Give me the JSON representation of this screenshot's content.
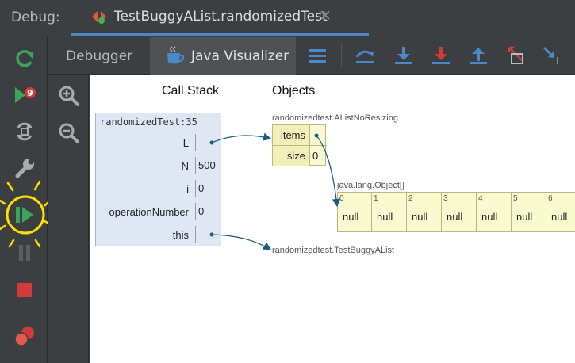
{
  "titlebar": {
    "label": "Debug:",
    "tab_title": "TestBuggyAList.randomizedTest",
    "close_glyph": "✕"
  },
  "left_toolbar": [
    "rerun-icon",
    "resume-stop-icon",
    "restore-layout-icon",
    "settings-wrench-icon",
    "resume-program-icon",
    "pause-icon",
    "stop-icon",
    "view-breakpoints-icon"
  ],
  "colors": {
    "accent": "#4a88c7",
    "run_green": "#3fa45a",
    "stop_red": "#d23b3b",
    "highlight_yellow": "#ffe000"
  },
  "inner_tabs": {
    "debugger": "Debugger",
    "visualizer": "Java Visualizer"
  },
  "step_tools": [
    "threads-menu-icon",
    "show-execution-point-icon",
    "step-over-icon",
    "step-into-icon",
    "force-step-into-icon",
    "step-out-icon",
    "drop-frame-icon",
    "run-to-cursor-icon"
  ],
  "zoom": [
    "zoom-in-icon",
    "zoom-out-icon"
  ],
  "visualizer": {
    "call_stack_title": "Call Stack",
    "objects_title": "Objects",
    "frame": {
      "name": "randomizedTest:35",
      "vars": [
        {
          "name": "L",
          "value": ""
        },
        {
          "name": "N",
          "value": "500"
        },
        {
          "name": "i",
          "value": "0"
        },
        {
          "name": "operationNumber",
          "value": "0"
        },
        {
          "name": "this",
          "value": ""
        }
      ]
    },
    "alist": {
      "type": "randomizedtest.AListNoResizing",
      "fields": [
        {
          "name": "items",
          "value": ""
        },
        {
          "name": "size",
          "value": "0"
        }
      ]
    },
    "array": {
      "type": "java.lang.Object[]",
      "cells": [
        {
          "index": "0",
          "value": "null"
        },
        {
          "index": "1",
          "value": "null"
        },
        {
          "index": "2",
          "value": "null"
        },
        {
          "index": "3",
          "value": "null"
        },
        {
          "index": "4",
          "value": "null"
        },
        {
          "index": "5",
          "value": "null"
        },
        {
          "index": "6",
          "value": "null"
        }
      ]
    },
    "testbuggy": {
      "type": "randomizedtest.TestBuggyAList"
    }
  }
}
